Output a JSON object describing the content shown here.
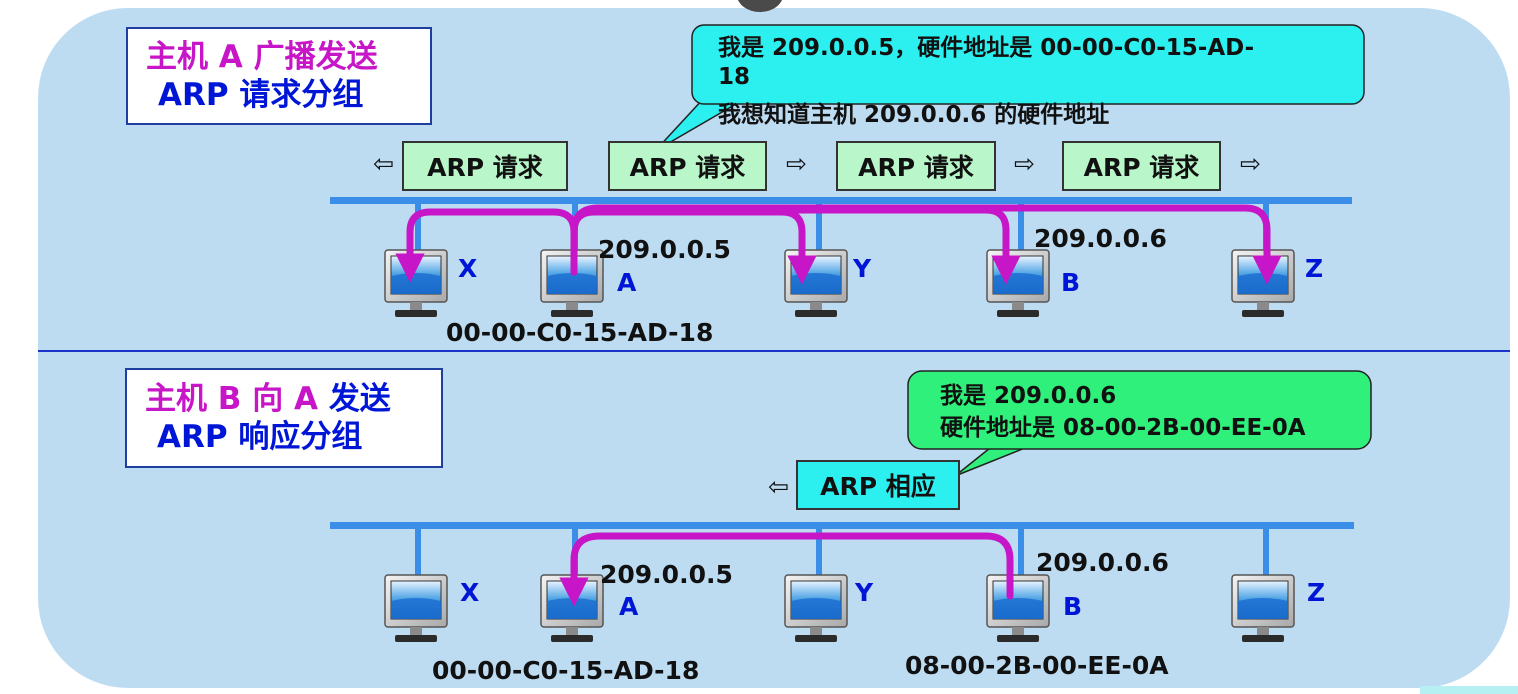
{
  "top": {
    "title_line1_a": "主机 A",
    "title_line1_b": "广播发送",
    "title_line2": "ARP 请求分组",
    "callout_line1": "我是 209.0.0.5，硬件地址是 00-00-C0-15-AD-",
    "callout_line2": "18",
    "callout_line3": "我想知道主机 209.0.0.6 的硬件地址",
    "packets": [
      "ARP 请求",
      "ARP 请求",
      "ARP 请求",
      "ARP 请求"
    ],
    "arrows": [
      "⇦",
      "⇨",
      "⇨",
      "⇨"
    ],
    "hosts": [
      "X",
      "A",
      "Y",
      "B",
      "Z"
    ],
    "ip_a": "209.0.0.5",
    "ip_b": "209.0.0.6",
    "mac_a": "00-00-C0-15-AD-18"
  },
  "bottom": {
    "title_line1_a": "主机 B",
    "title_line1_b": "向",
    "title_line1_c": "A",
    "title_line1_d": "发送",
    "title_line2": "ARP 响应分组",
    "callout_line1": "我是 209.0.0.6",
    "callout_line2": "硬件地址是 08-00-2B-00-EE-0A",
    "packet": "ARP 相应",
    "arrow": "⇦",
    "hosts": [
      "X",
      "A",
      "Y",
      "B",
      "Z"
    ],
    "ip_a": "209.0.0.5",
    "ip_b": "209.0.0.6",
    "mac_a": "00-00-C0-15-AD-18",
    "mac_b": "08-00-2B-00-EE-0A"
  },
  "colors": {
    "background": "#bddcf2",
    "bus_line": "#3a8ee8",
    "flow_arrow": "#c716c7",
    "request_packet": "#b9f6c9",
    "response_packet": "#2cf0f0",
    "request_callout": "#2cf0f0",
    "response_callout": "#2ef07a",
    "host_blue": "#0016d6",
    "title_magenta": "#c716c7",
    "divider": "#1d33c9"
  },
  "icons": [
    "computer-monitor-icon",
    "left-arrow-icon",
    "right-arrow-icon"
  ]
}
